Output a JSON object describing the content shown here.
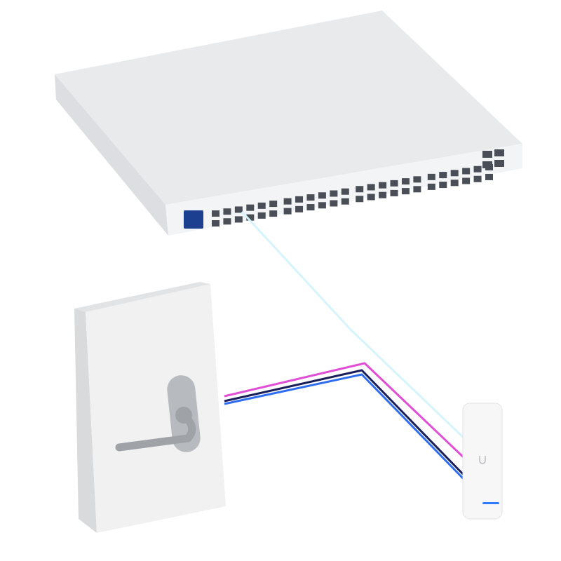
{
  "scene": {
    "components": [
      {
        "id": "network-switch",
        "icon": "network-switch-icon"
      },
      {
        "id": "door-lock",
        "icon": "door-handle-icon"
      },
      {
        "id": "access-reader",
        "icon": "access-reader-icon"
      }
    ],
    "switch": {
      "rj45_ports": 48,
      "sfp_ports": 4
    },
    "colors": {
      "background": "#ffffff",
      "switch_top": "#e9eaec",
      "switch_front": "#f3f4f5",
      "switch_side": "#dcdee1",
      "port": "#4a4f57",
      "switch_badge": "#1d3f8f",
      "door_front": "#f1f1f2",
      "door_side": "#d9dadc",
      "handle": "#9fa3a8",
      "reader": "#f7f7f8",
      "reader_led": "#2f7bff",
      "cable_network": "#d6f4fb",
      "cable_pink": "#e04fd6",
      "cable_blue": "#2f6df0",
      "cable_navy": "#1a1f5a"
    }
  }
}
